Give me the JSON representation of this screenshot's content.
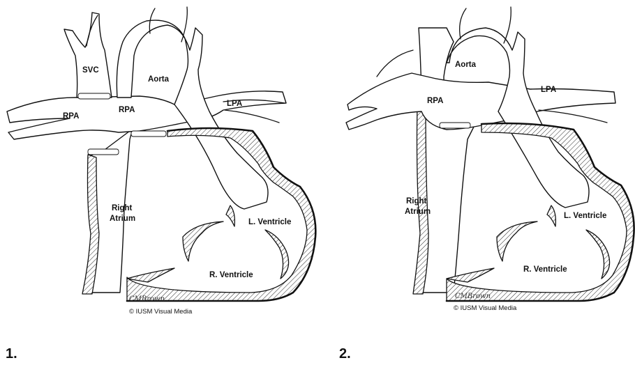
{
  "figure": {
    "panels": [
      {
        "number": "1.",
        "labels": {
          "svc": "SVC",
          "aorta": "Aorta",
          "rpa_left": "RPA",
          "rpa_center": "RPA",
          "lpa": "LPA",
          "right_atrium_1": "Right",
          "right_atrium_2": "Atrium",
          "l_ventricle": "L. Ventricle",
          "r_ventricle": "R. Ventricle"
        },
        "credit": "© IUSM Visual Media",
        "signature": "CMBrown"
      },
      {
        "number": "2.",
        "labels": {
          "aorta": "Aorta",
          "rpa": "RPA",
          "lpa": "LPA",
          "right_atrium_1": "Right",
          "right_atrium_2": "Atrium",
          "l_ventricle": "L. Ventricle",
          "r_ventricle": "R. Ventricle"
        },
        "credit": "© IUSM Visual Media",
        "signature": "CMBrown"
      }
    ],
    "colors": {
      "ink": "#111111",
      "background": "#ffffff"
    }
  }
}
